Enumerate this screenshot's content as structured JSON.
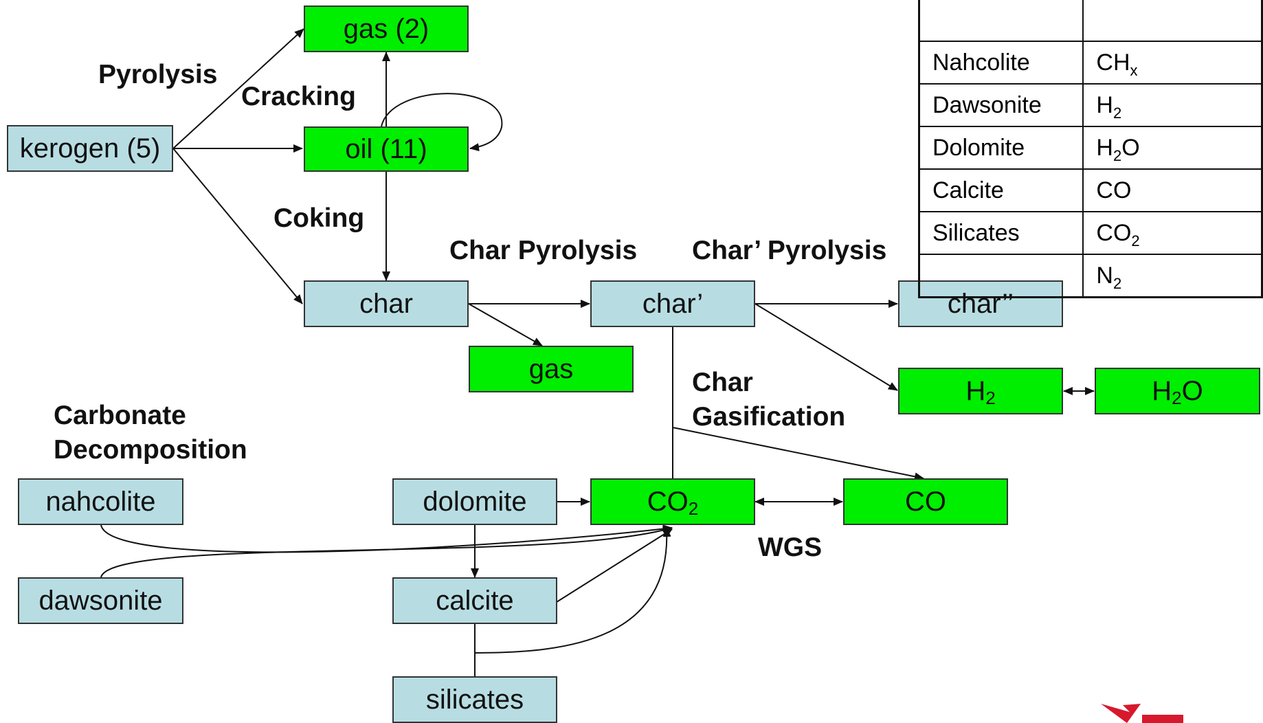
{
  "nodes": {
    "gas2": {
      "label": "gas (2)"
    },
    "kerogen": {
      "label": "kerogen (5)"
    },
    "oil": {
      "label": "oil (11)"
    },
    "char": {
      "label": "char"
    },
    "char_prime": {
      "label": "char’"
    },
    "char_dprime": {
      "label": "char’’"
    },
    "gas": {
      "label": "gas"
    },
    "h2": {
      "main": "H",
      "sub": "2"
    },
    "h2o": {
      "main": "H",
      "sub": "2",
      "tail": "O"
    },
    "nahcolite": {
      "label": "nahcolite"
    },
    "dawsonite": {
      "label": "dawsonite"
    },
    "dolomite": {
      "label": "dolomite"
    },
    "calcite": {
      "label": "calcite"
    },
    "silicates": {
      "label": "silicates"
    },
    "co2": {
      "main": "CO",
      "sub": "2"
    },
    "co": {
      "label": "CO"
    }
  },
  "labels": {
    "pyrolysis": "Pyrolysis",
    "cracking": "Cracking",
    "coking": "Coking",
    "char_pyrolysis": "Char Pyrolysis",
    "char_prime_pyrolysis": "Char’ Pyrolysis",
    "char_gasification_1": "Char",
    "char_gasification_2": "Gasification",
    "carbonate_1": "Carbonate",
    "carbonate_2": "Decomposition",
    "wgs": "WGS"
  },
  "legend": {
    "rows": [
      {
        "mineral": "",
        "gas": "",
        "gas_sub": ""
      },
      {
        "mineral": "Nahcolite",
        "gas": "CH",
        "gas_sub": "x",
        "gas_tail": ""
      },
      {
        "mineral": "Dawsonite",
        "gas": "H",
        "gas_sub": "2",
        "gas_tail": ""
      },
      {
        "mineral": "Dolomite",
        "gas": "H",
        "gas_sub": "2",
        "gas_tail": "O"
      },
      {
        "mineral": "Calcite",
        "gas": "CO",
        "gas_sub": "",
        "gas_tail": ""
      },
      {
        "mineral": "Silicates",
        "gas": "CO",
        "gas_sub": "2",
        "gas_tail": ""
      },
      {
        "mineral": "",
        "gas": "N",
        "gas_sub": "2",
        "gas_tail": ""
      }
    ]
  },
  "colors": {
    "product_green": "#00ee00",
    "solid_blue": "#b7dde3",
    "logo_red": "#d7192d"
  },
  "icons": {
    "logo": "company-logo-icon"
  }
}
